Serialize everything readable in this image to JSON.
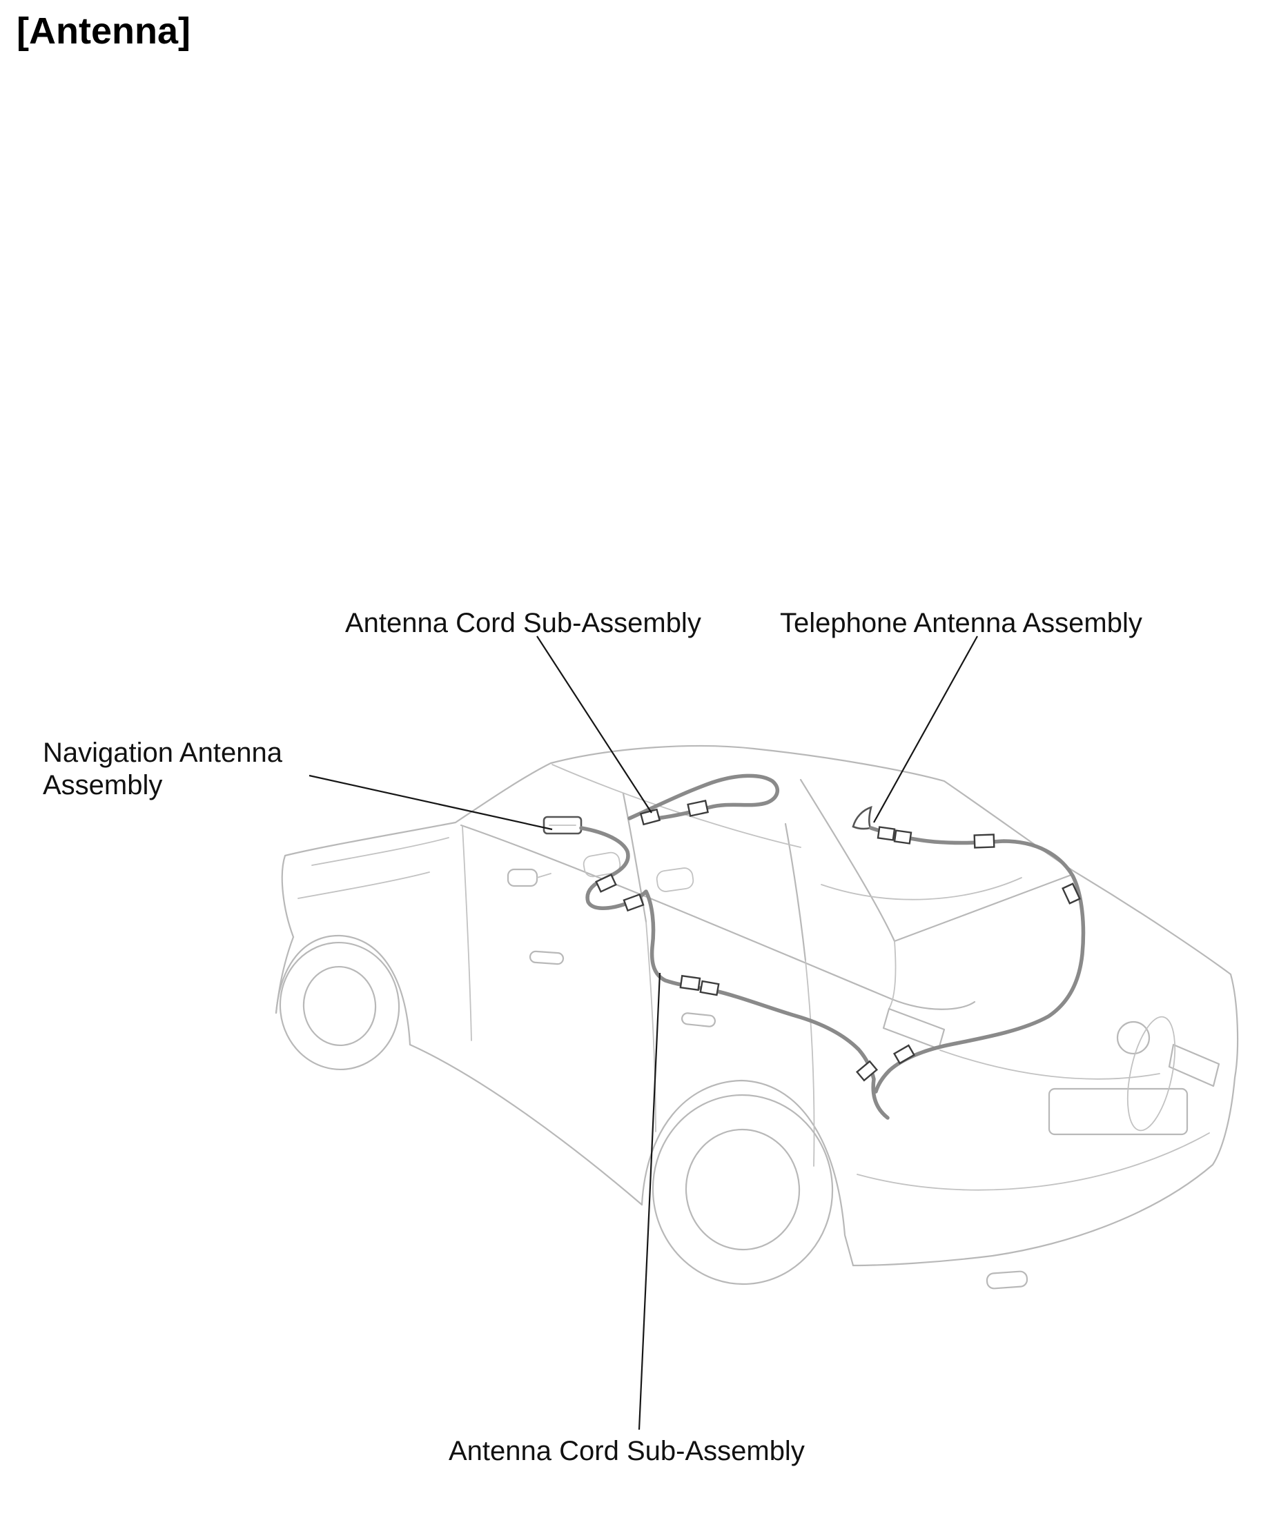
{
  "diagram": {
    "title": "[Antenna]",
    "subject": "vehicle-antenna-component-location-diagram",
    "callouts": {
      "antenna_cord_top": {
        "label": "Antenna Cord Sub-Assembly"
      },
      "telephone_antenna": {
        "label": "Telephone Antenna Assembly"
      },
      "navigation_antenna": {
        "line1": "Navigation Antenna",
        "line2": "Assembly"
      },
      "antenna_cord_bottom": {
        "label": "Antenna Cord Sub-Assembly"
      }
    },
    "colors": {
      "background": "#ffffff",
      "car_outline": "#b8b8b8",
      "antenna_cable": "#8a8a8a",
      "connector_outline": "#3c3c3c",
      "leader_line": "#161616",
      "label_text": "#111111"
    }
  }
}
